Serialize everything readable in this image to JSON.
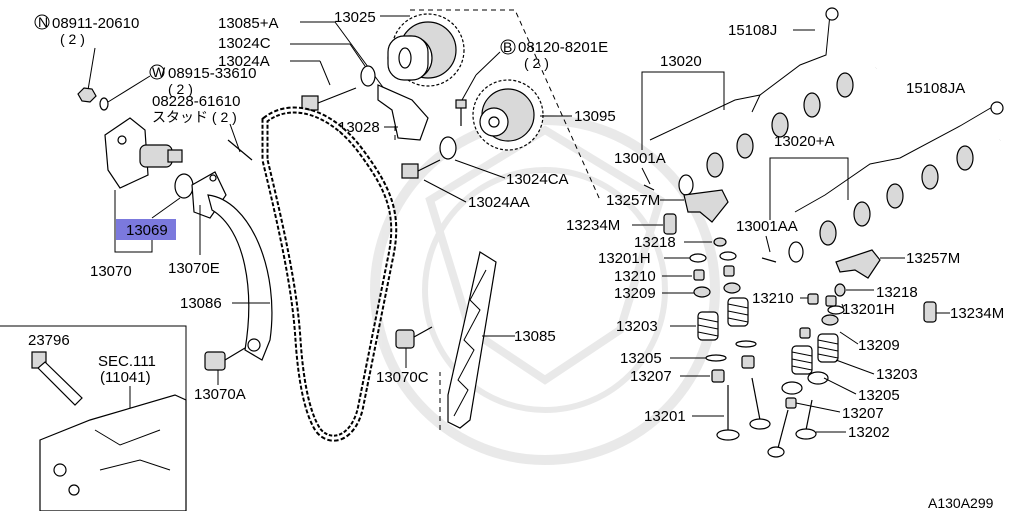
{
  "colors": {
    "highlight": "#7b79dd",
    "watermark": "#d8d8d8",
    "ink": "#000000"
  },
  "labels": {
    "n_08911": "08911-20610",
    "n_08911_qty": "( 2 )",
    "w_08915": "08915-33610",
    "w_08915_qty": "( 2 )",
    "stud_08228": "08228-61610",
    "stud_qty": "スタッド ( 2 )",
    "p13069": "13069",
    "p13070": "13070",
    "p13070E": "13070E",
    "p13085A": "13085+A",
    "p13024C": "13024C",
    "p13024A": "13024A",
    "p13025": "13025",
    "p13028": "13028",
    "p13086": "13086",
    "p13070A": "13070A",
    "p13070C": "13070C",
    "p13085": "13085",
    "p13024CA": "13024CA",
    "p13024AA": "13024AA",
    "b_08120": "08120-8201E",
    "b_08120_qty": "( 2 )",
    "p13095": "13095",
    "p15108J": "15108J",
    "p13020": "13020",
    "p15108JA": "15108JA",
    "p13001A": "13001A",
    "p13020A": "13020+A",
    "p13257M_a": "13257M",
    "p13234M_a": "13234M",
    "p13218_a": "13218",
    "p13001AA": "13001AA",
    "p13201H_a": "13201H",
    "p13210_a": "13210",
    "p13209_a": "13209",
    "p13257M_b": "13257M",
    "p13210_b": "13210",
    "p13218_b": "13218",
    "p13201H_b": "13201H",
    "p13234M_b": "13234M",
    "p13203_a": "13203",
    "p13209_b": "13209",
    "p13205_a": "13205",
    "p13203_b": "13203",
    "p13207_a": "13207",
    "p13205_b": "13205",
    "p13207_b": "13207",
    "p13201": "13201",
    "p13202": "13202",
    "p23796": "23796",
    "sec111": "SEC.111",
    "sec111_ref": "(11041)",
    "diagram_id": "A130A299"
  },
  "icons": {
    "n_mark": "circled-n-icon",
    "w_mark": "circled-w-icon",
    "b_mark": "circled-b-icon"
  }
}
